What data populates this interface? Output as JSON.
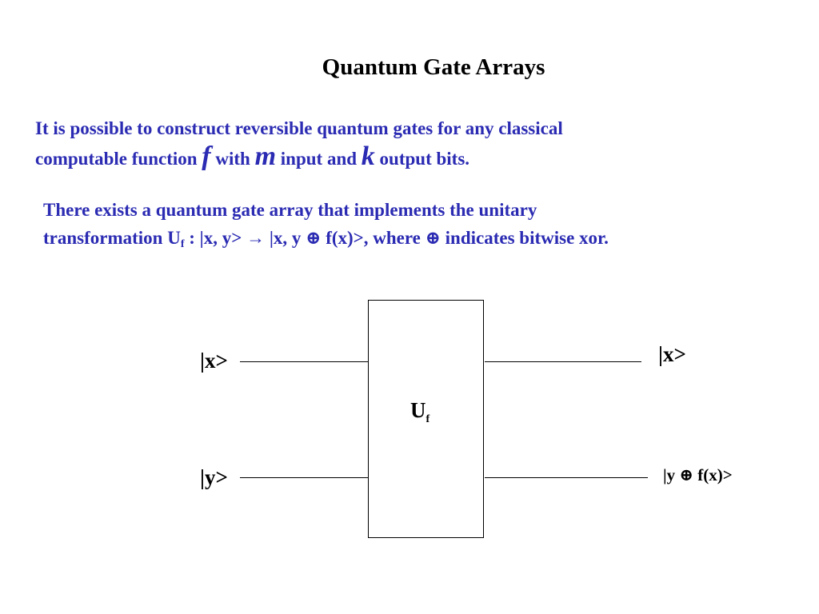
{
  "title": "Quantum Gate Arrays",
  "para1": {
    "line1": "It is possible to construct reversible quantum gates for any classical",
    "seg_a": "computable function ",
    "var_f": "f",
    "seg_b": " with ",
    "var_m": "m",
    "seg_c": " input and ",
    "var_k": "k",
    "seg_d": " output bits."
  },
  "para2": {
    "line1": "There exists a quantum gate array that implements the unitary",
    "seg_a": "transformation U",
    "sub_f": "f",
    "seg_b": " : |x, y> ",
    "arrow": "→",
    "seg_c": " |x, y ⊕ f(x)>, where ⊕ indicates bitwise xor."
  },
  "diagram": {
    "input_x": "|x>",
    "input_y": "|y>",
    "output_x": "|x>",
    "output_y": "|y ⊕ f(x)>",
    "gate_main": "U",
    "gate_sub": "f"
  }
}
